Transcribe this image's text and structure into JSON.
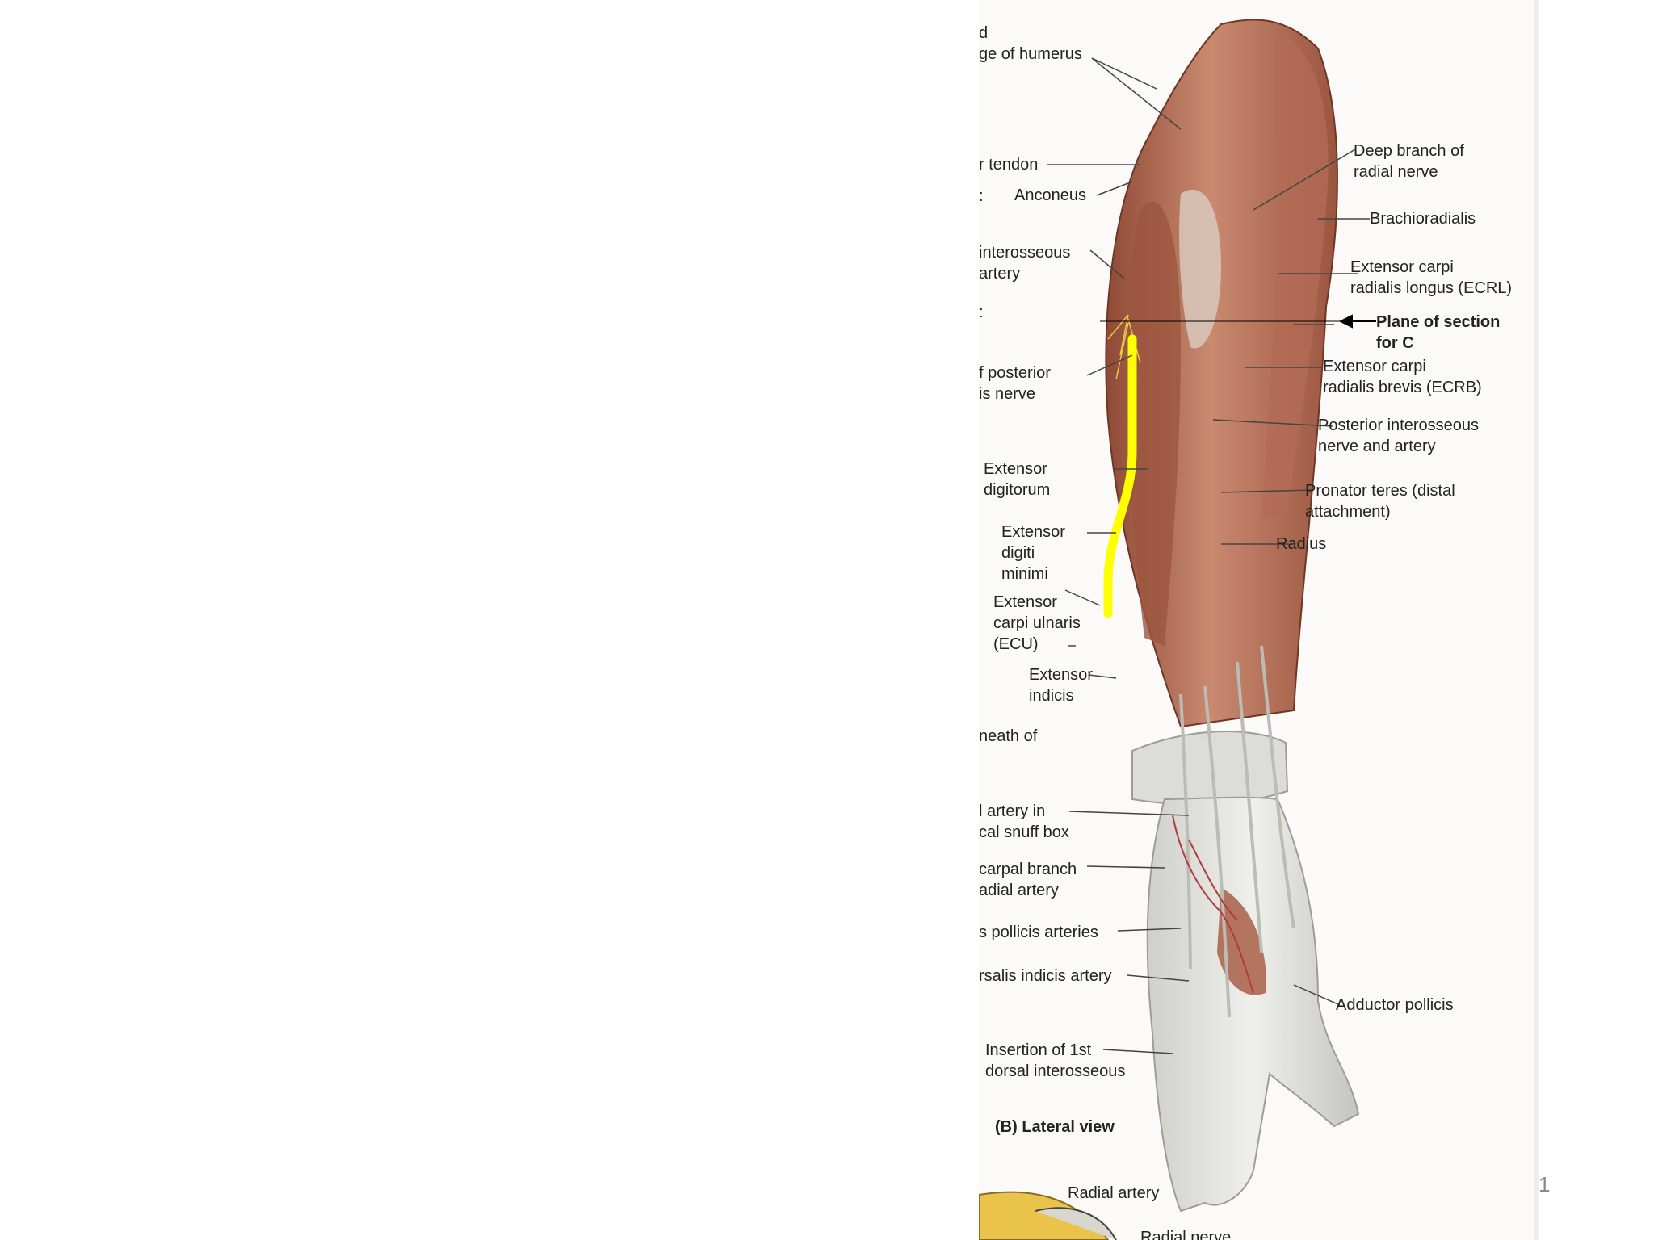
{
  "figure": {
    "caption": "(B) Lateral view",
    "labels": {
      "humerus_1": "d",
      "humerus_2": "ge of humerus",
      "tendon": "r tendon",
      "colon_a": ":",
      "anconeus": "Anconeus",
      "interosseous_1": "interosseous",
      "interosseous_2": "artery",
      "colon_b": ":",
      "posterior_1": "f posterior",
      "posterior_2": "is nerve",
      "extensor_digitorum_1": "Extensor",
      "extensor_digitorum_2": "digitorum",
      "extensor_digiti_1": "Extensor",
      "extensor_digiti_2": "digiti",
      "extensor_digiti_3": "minimi",
      "ecu_1": "Extensor",
      "ecu_2": "carpi ulnaris",
      "ecu_3": "(ECU)",
      "extensor_indicis_1": "Extensor",
      "extensor_indicis_2": "indicis",
      "sheath": "neath of",
      "snuff_1": "l artery in",
      "snuff_2": "cal snuff box",
      "carpal_1": "carpal branch",
      "carpal_2": "adial artery",
      "pollicis_arteries": "s pollicis arteries",
      "indicis_artery": "rsalis indicis artery",
      "insertion_1": "Insertion of 1st",
      "insertion_2": "dorsal interosseous",
      "deep_branch_1": "Deep branch of",
      "deep_branch_2": "radial nerve",
      "brachioradialis": "Brachioradialis",
      "ecrl_1": "Extensor carpi",
      "ecrl_2": "radialis longus (ECRL)",
      "plane_1": "Plane of section",
      "plane_2": "for C",
      "ecrb_1": "Extensor carpi",
      "ecrb_2": "radialis brevis (ECRB)",
      "pin_1": "Posterior interosseous",
      "pin_2": "nerve and artery",
      "pronator_1": "Pronator teres (distal",
      "pronator_2": "attachment)",
      "radius": "Radius",
      "adductor": "Adductor pollicis",
      "radial_artery": "Radial artery",
      "radial_nerve_partial": "Radial nerve"
    },
    "highlight_color": "#ffff00"
  },
  "page_number": "1"
}
